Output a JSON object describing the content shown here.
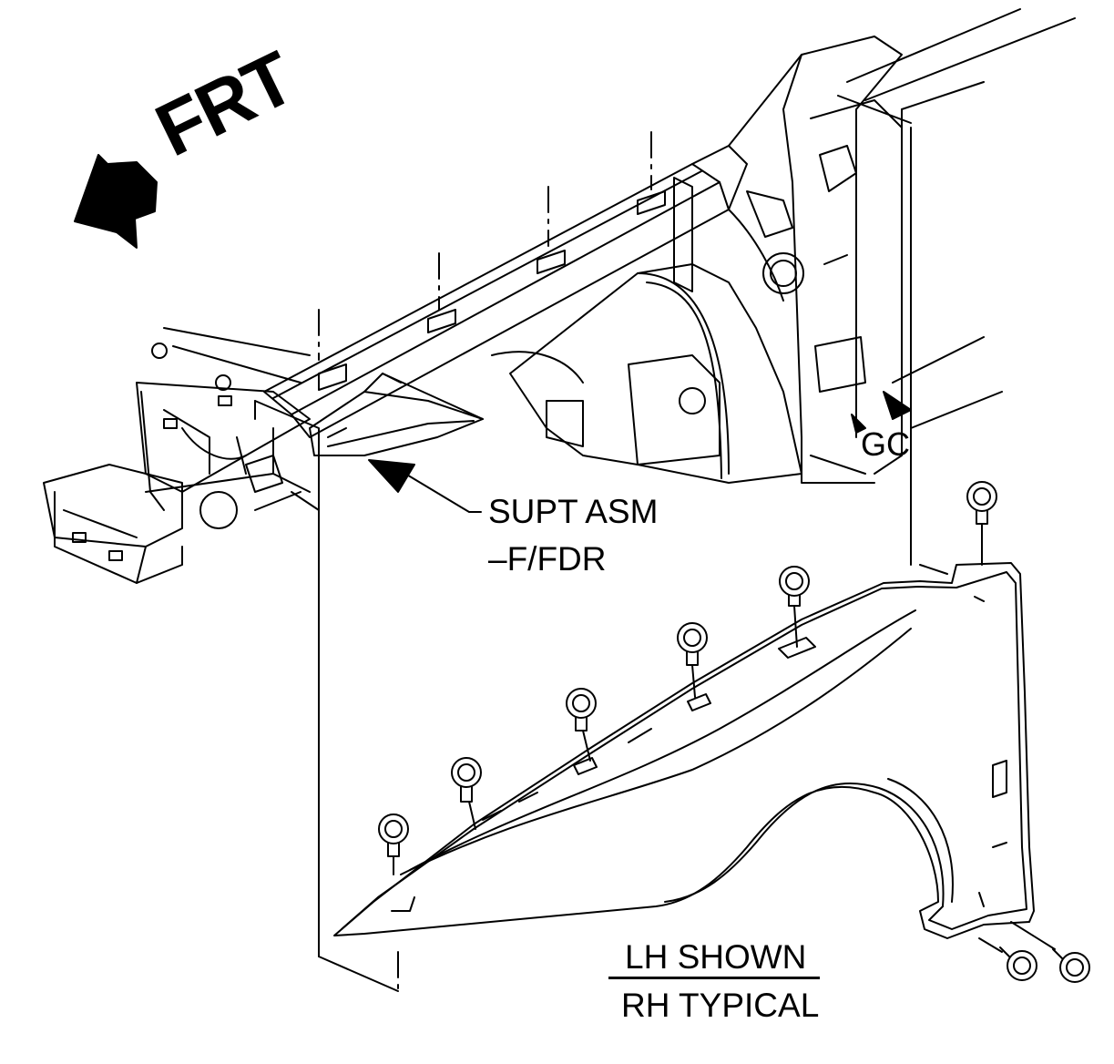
{
  "labels": {
    "frt": "FRT",
    "supt_asm_line1": "SUPT ASM",
    "supt_asm_line2": "–F/FDR",
    "gc": "GC",
    "lh_shown": "LH SHOWN",
    "rh_typical": "RH TYPICAL"
  },
  "colors": {
    "ink": "#000000",
    "paper": "#ffffff"
  }
}
